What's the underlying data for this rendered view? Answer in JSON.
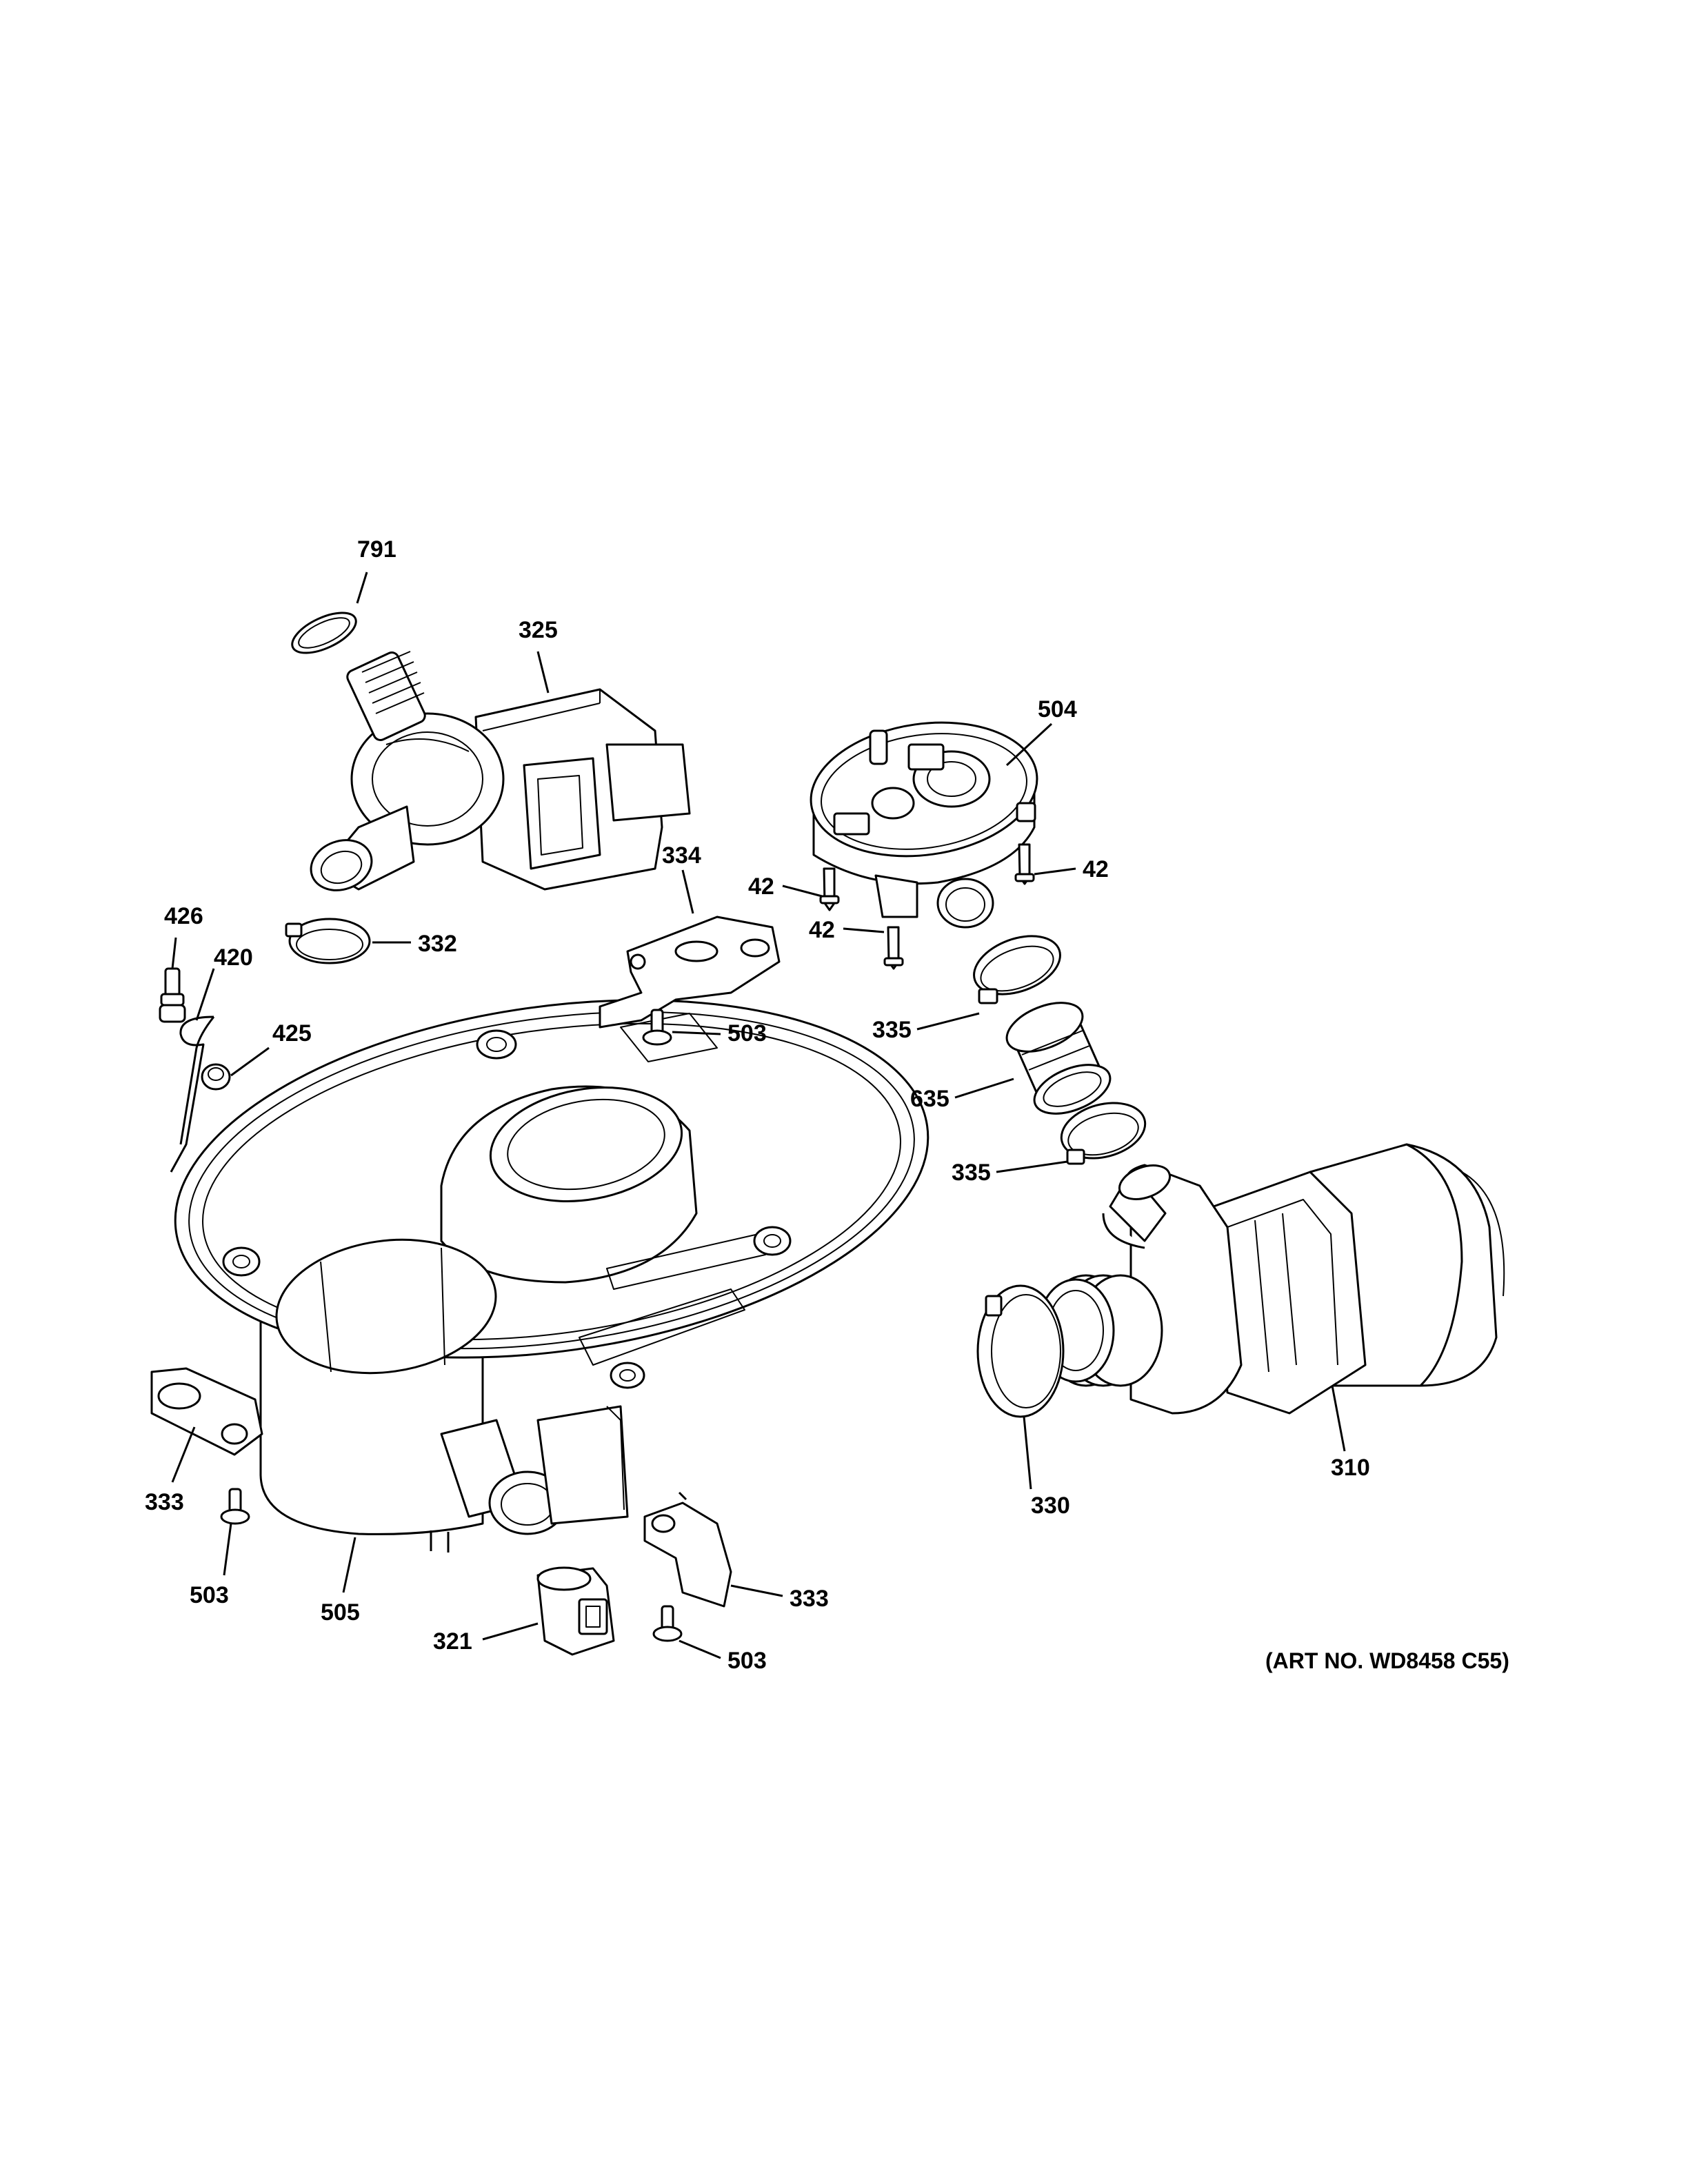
{
  "art_number": "(ART NO. WD8458 C55)",
  "callouts": [
    {
      "id": "c791",
      "label": "791"
    },
    {
      "id": "c325",
      "label": "325"
    },
    {
      "id": "c504",
      "label": "504"
    },
    {
      "id": "c334",
      "label": "334"
    },
    {
      "id": "c42a",
      "label": "42"
    },
    {
      "id": "c42b",
      "label": "42"
    },
    {
      "id": "c42c",
      "label": "42"
    },
    {
      "id": "c426",
      "label": "426"
    },
    {
      "id": "c332",
      "label": "332"
    },
    {
      "id": "c420",
      "label": "420"
    },
    {
      "id": "c425",
      "label": "425"
    },
    {
      "id": "c503a",
      "label": "503"
    },
    {
      "id": "c335a",
      "label": "335"
    },
    {
      "id": "c635",
      "label": "635"
    },
    {
      "id": "c335b",
      "label": "335"
    },
    {
      "id": "c333a",
      "label": "333"
    },
    {
      "id": "c503b",
      "label": "503"
    },
    {
      "id": "c505",
      "label": "505"
    },
    {
      "id": "c321",
      "label": "321"
    },
    {
      "id": "c333b",
      "label": "333"
    },
    {
      "id": "c503c",
      "label": "503"
    },
    {
      "id": "c330",
      "label": "330"
    },
    {
      "id": "c310",
      "label": "310"
    }
  ]
}
